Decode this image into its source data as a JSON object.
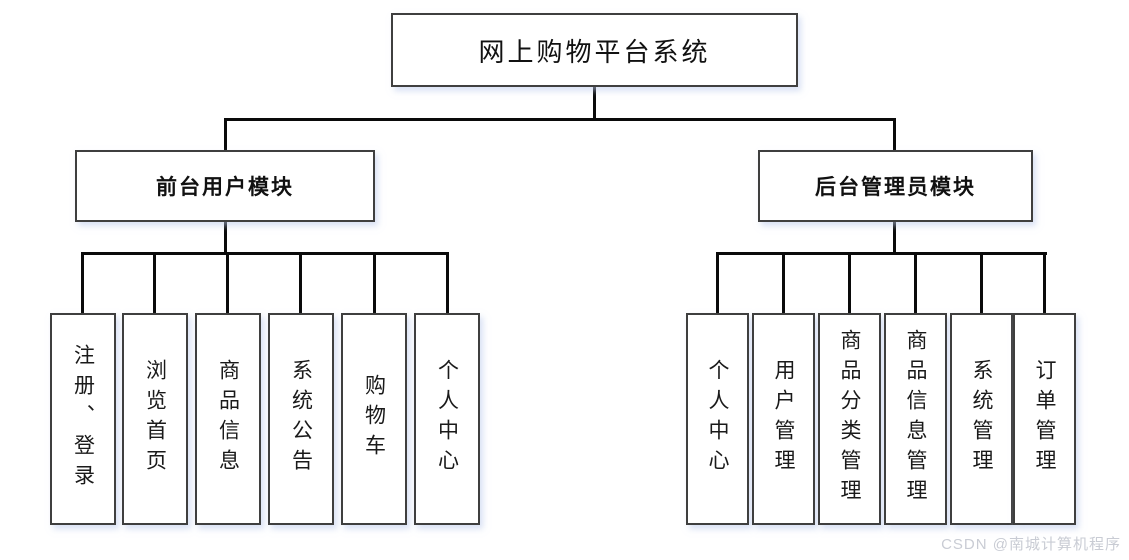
{
  "diagram": {
    "type": "tree",
    "title": "网上购物平台系统",
    "front_module": {
      "label": "前台用户模块",
      "children": [
        "注册、登录",
        "浏览首页",
        "商品信息",
        "系统公告",
        "购物车",
        "个人中心"
      ]
    },
    "admin_module": {
      "label": "后台管理员模块",
      "children": [
        "个人中心",
        "用户管理",
        "商品分类管理",
        "商品信息管理",
        "系统管理",
        "订单管理"
      ]
    }
  },
  "watermark": {
    "text": "CSDN @南城计算机程序"
  },
  "colors": {
    "connector": "#0a0a0a",
    "box_border": "#3f3f3f",
    "box_background": "#ffffff",
    "text": "#111111",
    "watermark": "#c9ccd4"
  }
}
